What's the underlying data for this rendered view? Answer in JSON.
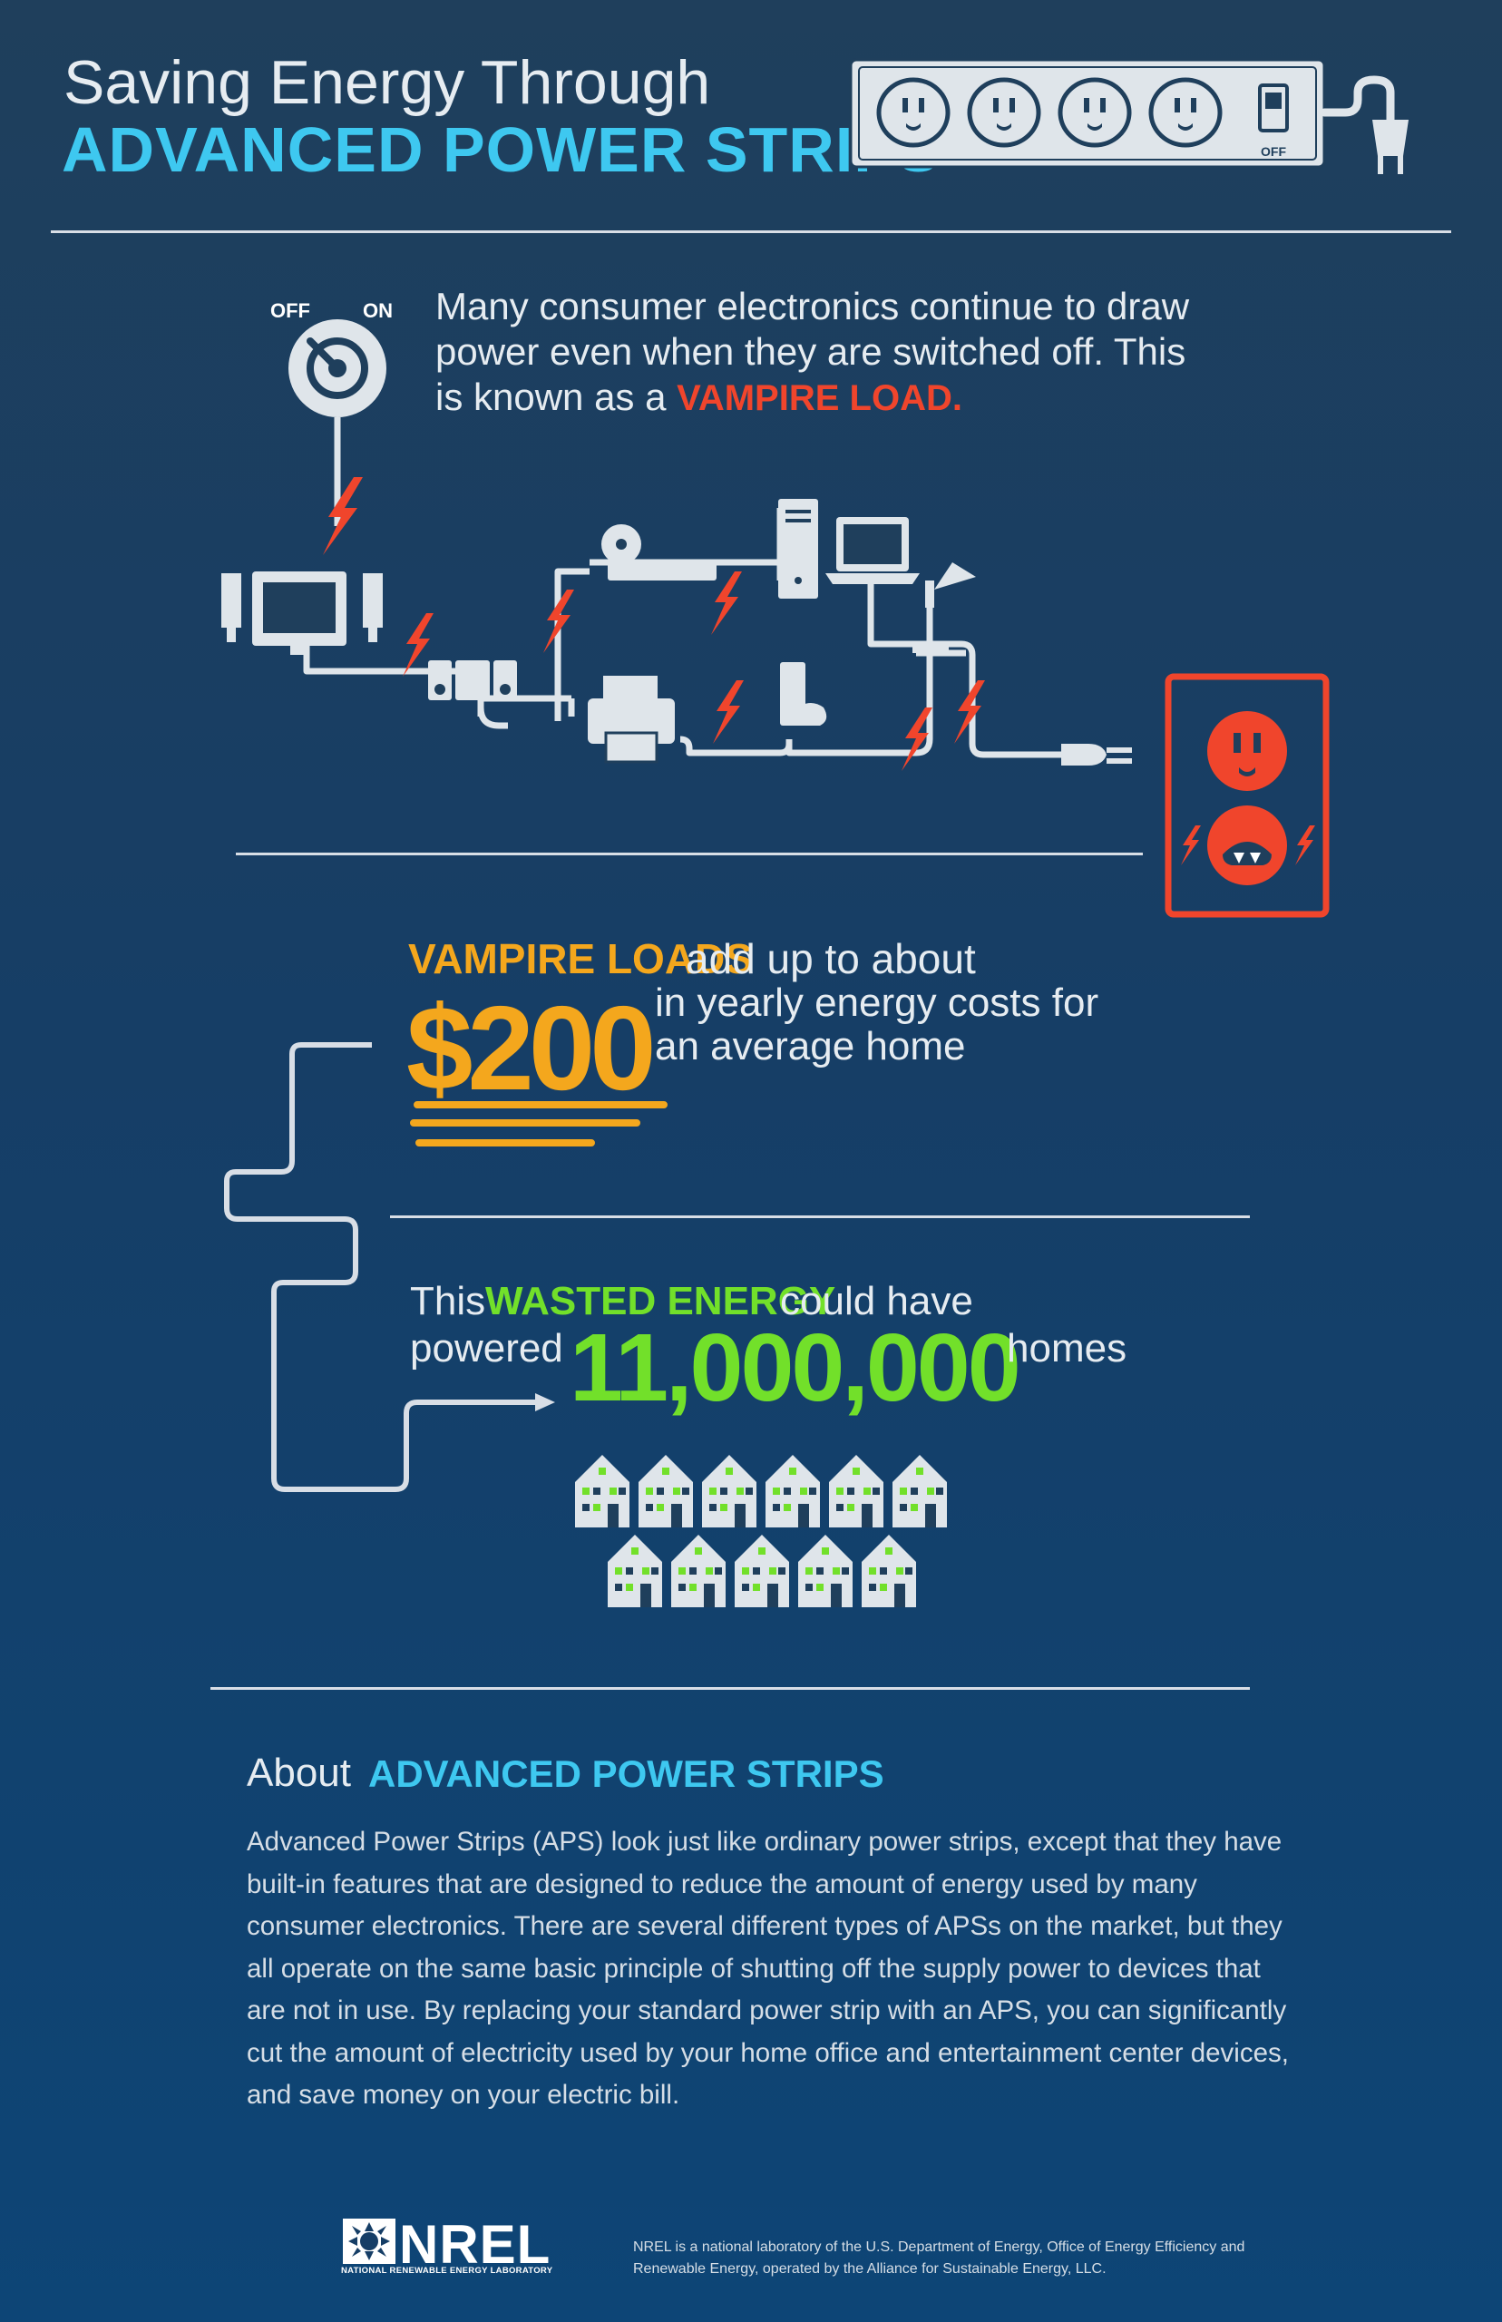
{
  "header": {
    "title_line1": "Saving Energy Through",
    "title_line2": "ADVANCED POWER STRIPS",
    "strip_switch_label": "OFF"
  },
  "intro": {
    "switch_off_label": "OFF",
    "switch_on_label": "ON",
    "text": "Many consumer electronics continue to draw power even when they are switched off. This is known as a ",
    "highlight": "VAMPIRE LOAD."
  },
  "cost": {
    "highlight": "VAMPIRE LOADS",
    "text_line1": "add up to about",
    "amount": "$200",
    "text_line2": "in yearly energy costs for",
    "text_line3": "an average home"
  },
  "wasted": {
    "prefix": "This",
    "highlight": "WASTED ENERGY",
    "suffix": "could have",
    "powered": "powered",
    "number": "11,000,000",
    "homes": "homes"
  },
  "about": {
    "heading_prefix": "About",
    "heading_highlight": "ADVANCED POWER STRIPS",
    "paragraph": "Advanced Power Strips (APS) look just like ordinary power strips, except that they have built-in features that are designed to reduce the amount of energy used by many consumer electronics.  There are several different types of APSs on the market, but they all operate on the same basic principle of shutting off the supply power to devices that are not in use.  By replacing your standard power strip with an APS, you can significantly cut the amount of electricity used by your home office and entertainment center devices, and save money on your electric bill."
  },
  "footer": {
    "logo_text": "NREL",
    "logo_subtitle": "NATIONAL RENEWABLE ENERGY LABORATORY",
    "note": "NREL is a national laboratory of the U.S. Department of Energy, Office of Energy Efficiency and Renewable Energy, operated by the Alliance for Sustainable Energy, LLC."
  },
  "colors": {
    "background": "#163e66",
    "title_accent": "#3ec8f0",
    "vampire_red": "#f0452c",
    "cost_orange": "#f4a71d",
    "energy_green": "#72e02a",
    "line_gray": "#d8dee6"
  },
  "icons": [
    "power-strip-icon",
    "plug-icon",
    "dial-switch-icon",
    "tv-icon",
    "speaker-icon",
    "stereo-icon",
    "dvd-player-icon",
    "printer-icon",
    "desktop-tower-icon",
    "laptop-icon",
    "game-console-icon",
    "desk-lamp-icon",
    "lightning-bolt-icon",
    "wall-outlet-icon",
    "house-icon",
    "nrel-logo-icon"
  ]
}
